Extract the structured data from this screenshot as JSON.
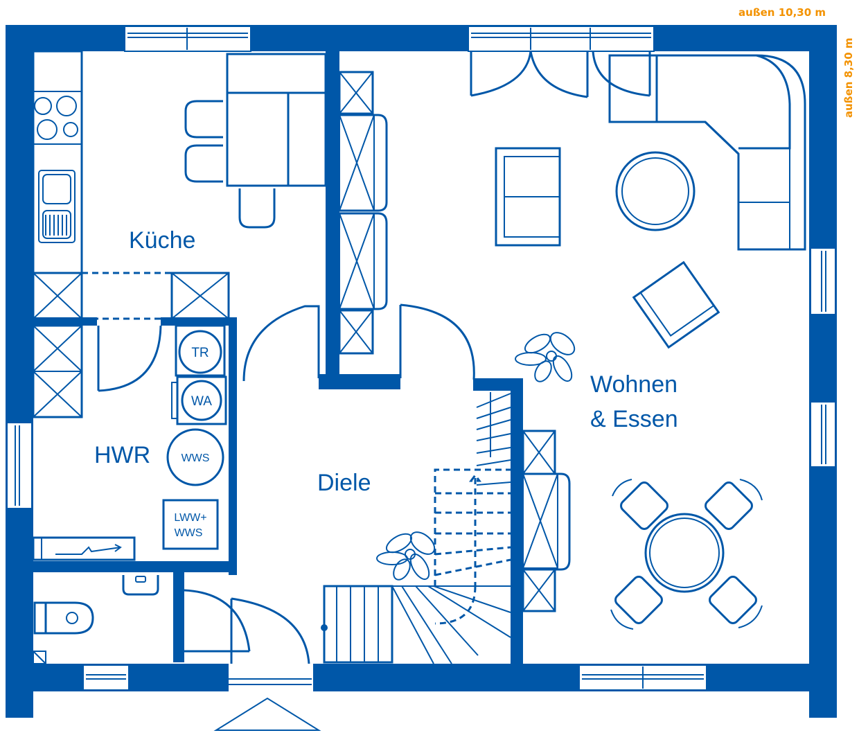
{
  "dimensions": {
    "outer_width": "außen 10,30 m",
    "outer_depth": "außen 8,30 m"
  },
  "rooms": {
    "kitchen": "Küche",
    "utility": "HWR",
    "hall": "Diele",
    "living_line1": "Wohnen",
    "living_line2": "& Essen"
  },
  "appliances": {
    "dryer": "TR",
    "washer": "WA",
    "water_storage": "WWS",
    "heat_pump_line1": "LWW+",
    "heat_pump_line2": "WWS"
  },
  "colors": {
    "wall": "#0057a8",
    "dimension_text": "#f39200",
    "background": "#ffffff"
  }
}
